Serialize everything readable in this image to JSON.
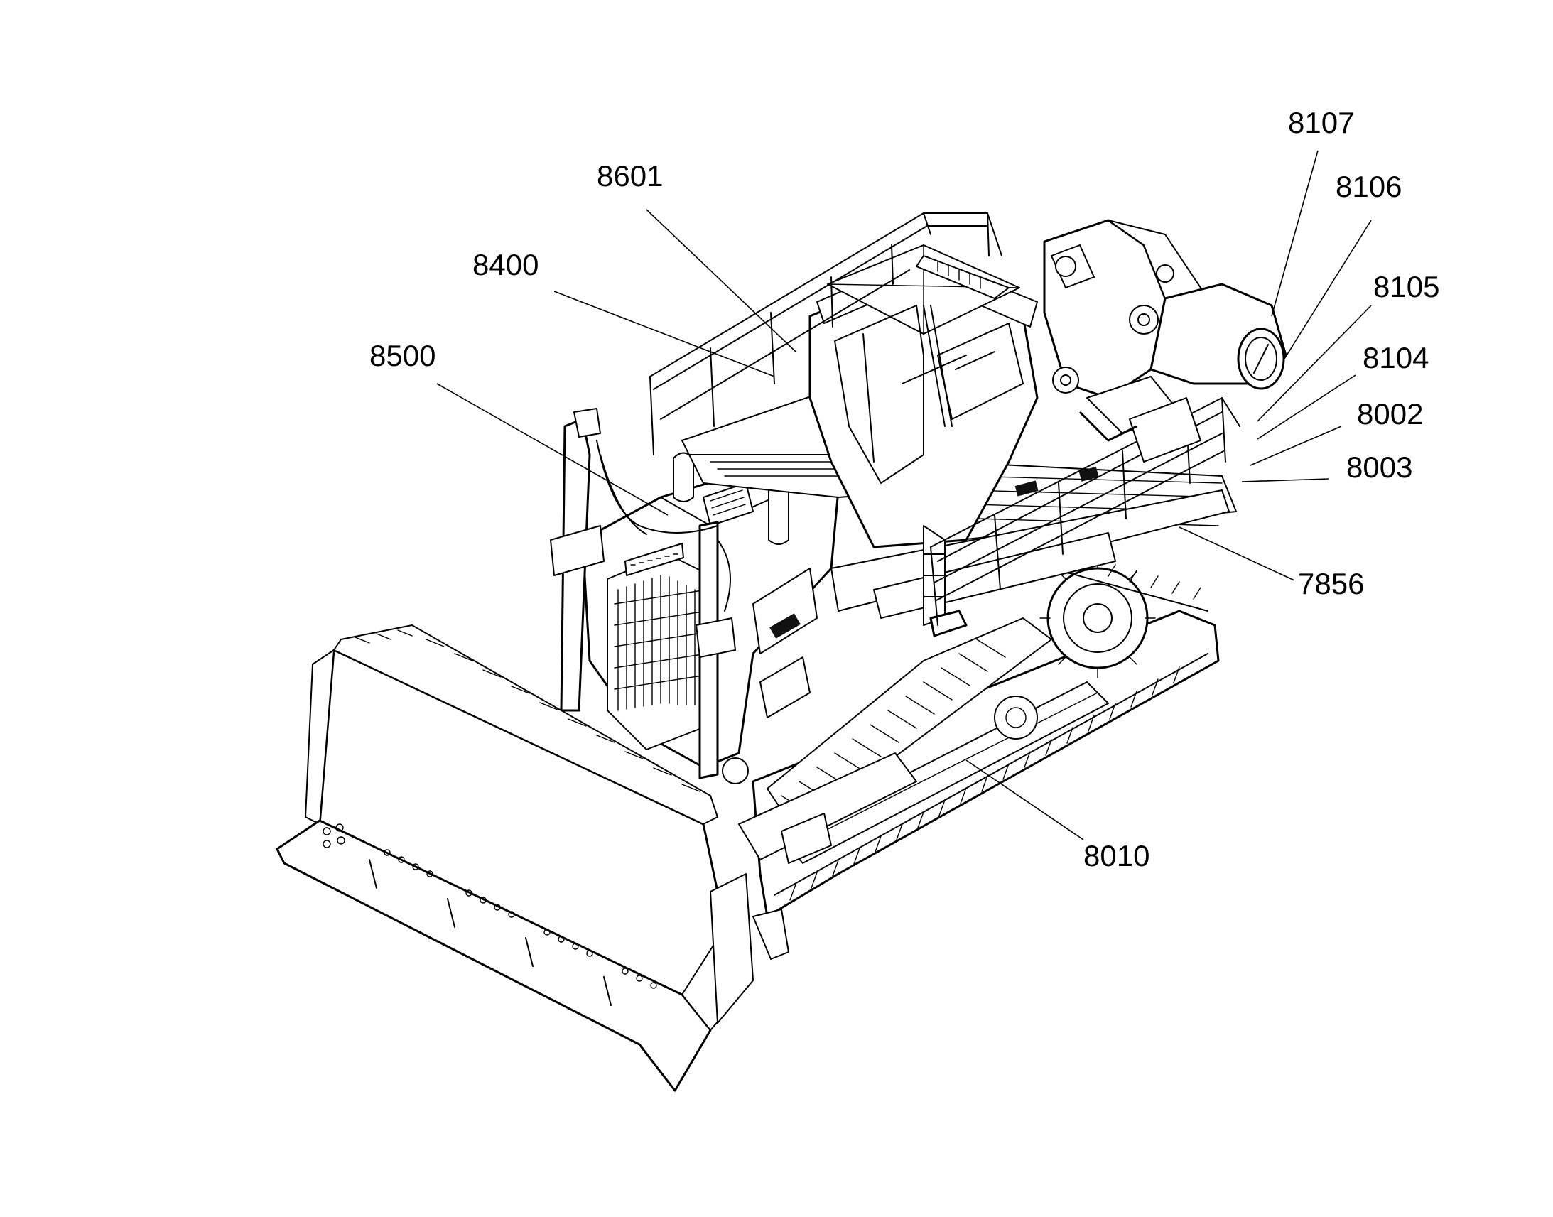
{
  "figure": {
    "subject": "tracked-dozer-line-drawing",
    "reference_numerals": [
      {
        "id": "8107",
        "label": "8107"
      },
      {
        "id": "8106",
        "label": "8106"
      },
      {
        "id": "8105",
        "label": "8105"
      },
      {
        "id": "8104",
        "label": "8104"
      },
      {
        "id": "8002",
        "label": "8002"
      },
      {
        "id": "8003",
        "label": "8003"
      },
      {
        "id": "8601",
        "label": "8601"
      },
      {
        "id": "8400",
        "label": "8400"
      },
      {
        "id": "8500",
        "label": "8500"
      },
      {
        "id": "7856",
        "label": "7856"
      },
      {
        "id": "8010",
        "label": "8010"
      }
    ],
    "colors": {
      "line": "#000000",
      "background": "#ffffff"
    }
  }
}
